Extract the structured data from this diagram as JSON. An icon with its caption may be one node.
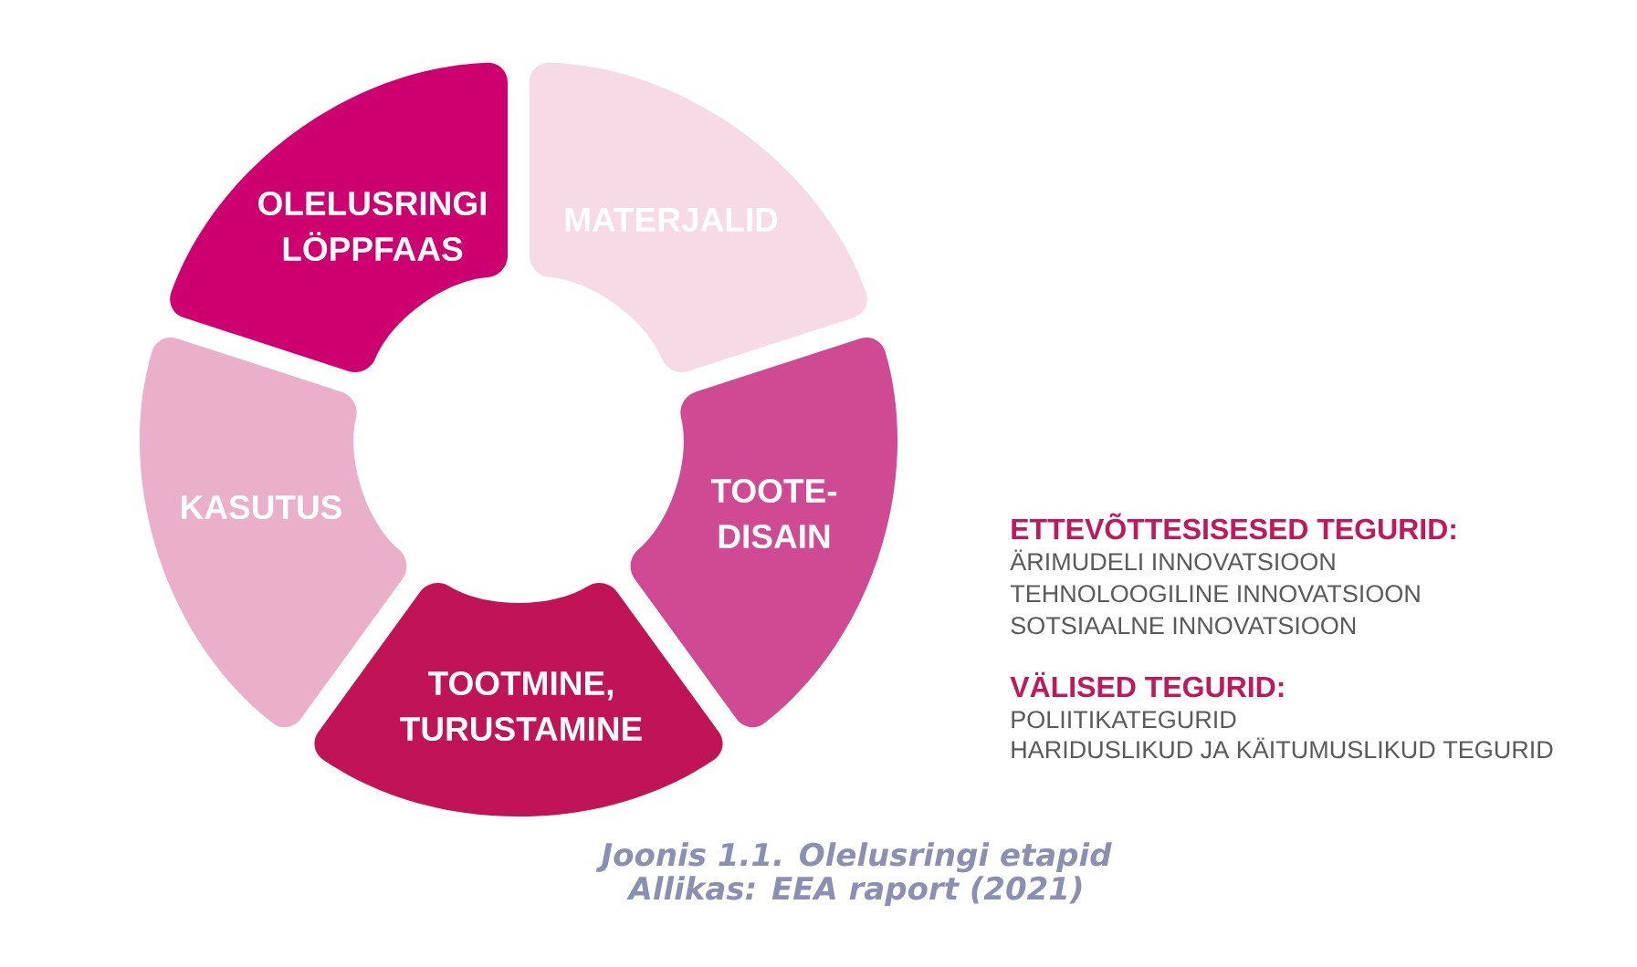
{
  "diagram": {
    "caption": "Joonis 1.1. Olelusringi etapid",
    "nodes": [
      {
        "text": [
          "OLELUSRINGI LÖPPFAAS"
        ]
      },
      {
        "text": [
          "MATERJALID"
        ]
      },
      {
        "text": [
          "TOOTE- DISAIN"
        ]
      },
      {
        "text": [
          "TOOTMINE, TURUSTAMINE"
        ]
      },
      {
        "text": [
          "KASUTUS"
        ]
      }
    ],
    "labels": [
      "ETTEVÕTTESISESED TEGURID:",
      "ÄRIMUDELI INNOVATSIOON",
      "TEHNOLOOGILINE INNOVATSIOON",
      "SOTSIAALNE INNOVATSIOON",
      "VÄLISED TEGURID:",
      "POLIITIKATEGURID",
      "HARIDUSLIKUD JA KÄITUMUSLIKUD TEGURID",
      "Allikas: EEA raport (2021)"
    ]
  }
}
